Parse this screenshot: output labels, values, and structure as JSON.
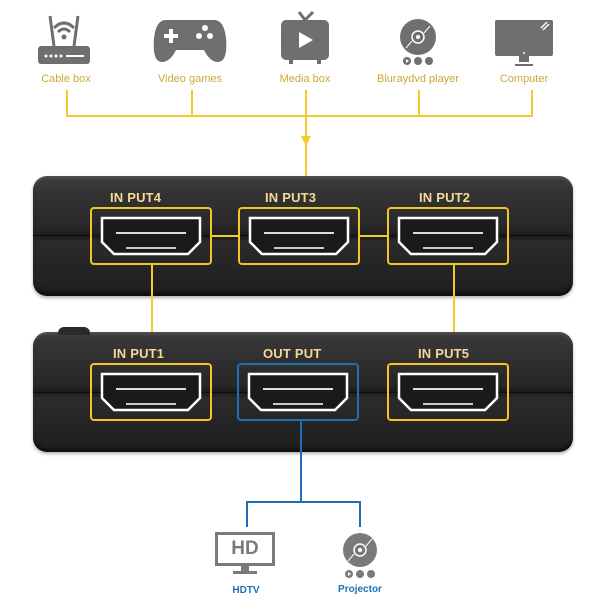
{
  "sources": [
    {
      "label": "Cable box",
      "icon": "router-icon"
    },
    {
      "label": "Video games",
      "icon": "gamepad-icon"
    },
    {
      "label": "Media box",
      "icon": "tv-play-icon"
    },
    {
      "label": "Bluraydvd player",
      "icon": "disc-player-icon"
    },
    {
      "label": "Computer",
      "icon": "monitor-icon"
    }
  ],
  "switch_top": {
    "ports": [
      {
        "label": "IN PUT4"
      },
      {
        "label": "IN PUT3"
      },
      {
        "label": "IN PUT2"
      }
    ]
  },
  "switch_bottom": {
    "ports": [
      {
        "label": "IN PUT1"
      },
      {
        "label": "OUT PUT"
      },
      {
        "label": "IN PUT5"
      }
    ]
  },
  "outputs": [
    {
      "label": "HDTV",
      "icon": "hdtv-icon",
      "screen_text": "HD"
    },
    {
      "label": "Projector",
      "icon": "projector-disc-icon"
    }
  ],
  "colors": {
    "input_line": "#f2cc2b",
    "output_line": "#1f6fb5",
    "icon_gray": "#6f6f6f",
    "source_label": "#c9a93a"
  }
}
